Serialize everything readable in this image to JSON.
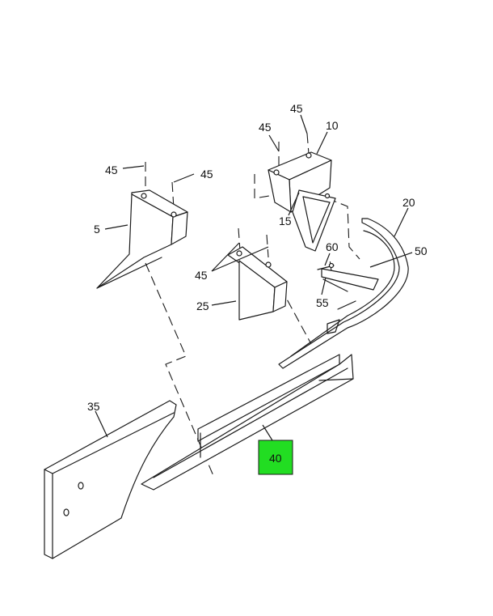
{
  "diagram": {
    "highlight_color": "#22dd22",
    "callouts": {
      "c45a": "45",
      "c45b": "45",
      "c10": "10",
      "c15": "15",
      "c45c": "45",
      "c45d": "45",
      "c5": "5",
      "c20": "20",
      "c60": "60",
      "c50": "50",
      "c55": "55",
      "c45e": "45",
      "c25": "25",
      "c35": "35",
      "c40": "40"
    }
  }
}
